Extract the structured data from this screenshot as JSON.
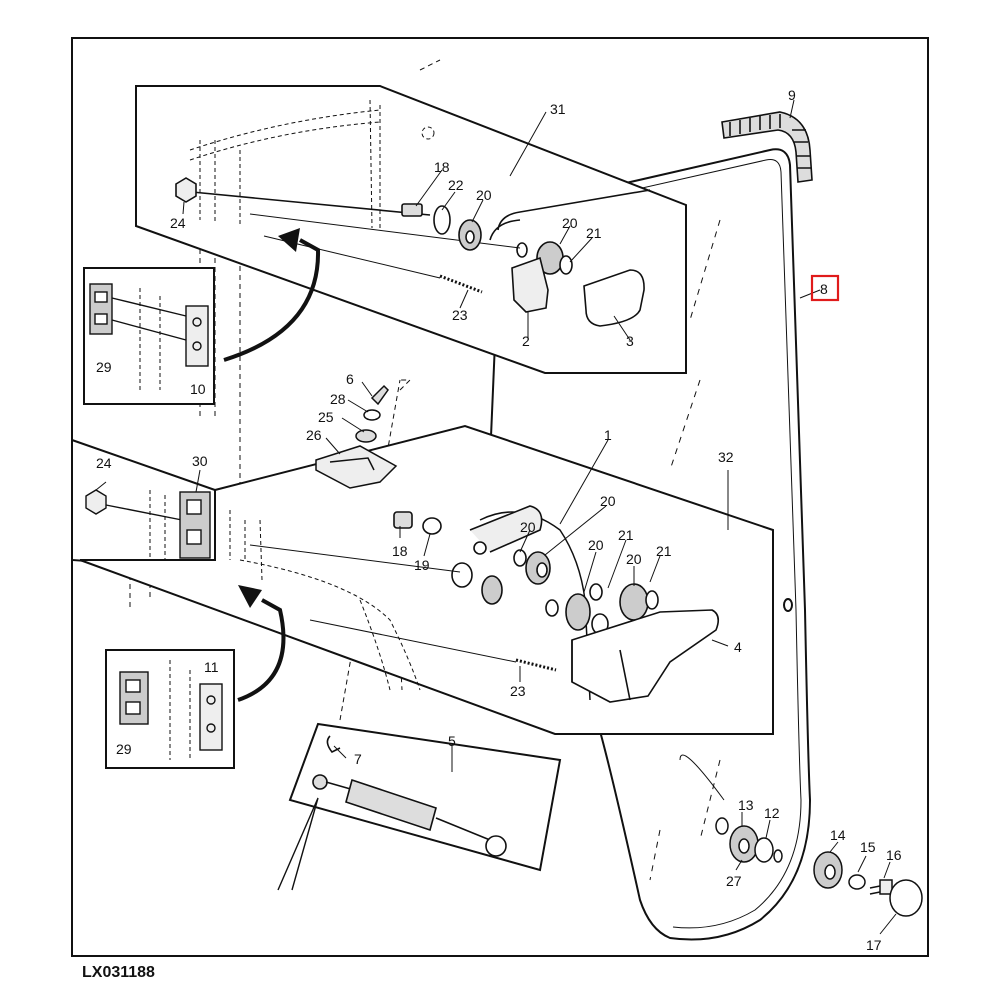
{
  "figure": {
    "code": "LX031188",
    "highlight_color": "#e01b1b",
    "callouts": {
      "c1": "1",
      "c2": "2",
      "c3": "3",
      "c4": "4",
      "c5": "5",
      "c6": "6",
      "c7": "7",
      "c8": "8",
      "c9": "9",
      "c10": "10",
      "c11": "11",
      "c12": "12",
      "c13": "13",
      "c14": "14",
      "c15": "15",
      "c16": "16",
      "c17": "17",
      "c18a": "18",
      "c18b": "18",
      "c19": "19",
      "c20a": "20",
      "c20b": "20",
      "c20c": "20",
      "c20d": "20",
      "c20e": "20",
      "c20f": "20",
      "c21a": "21",
      "c21b": "21",
      "c21c": "21",
      "c22": "22",
      "c23a": "23",
      "c23b": "23",
      "c24a": "24",
      "c24b": "24",
      "c25": "25",
      "c26": "26",
      "c27": "27",
      "c28": "28",
      "c29a": "29",
      "c29b": "29",
      "c30": "30",
      "c31": "31",
      "c32": "32"
    }
  }
}
